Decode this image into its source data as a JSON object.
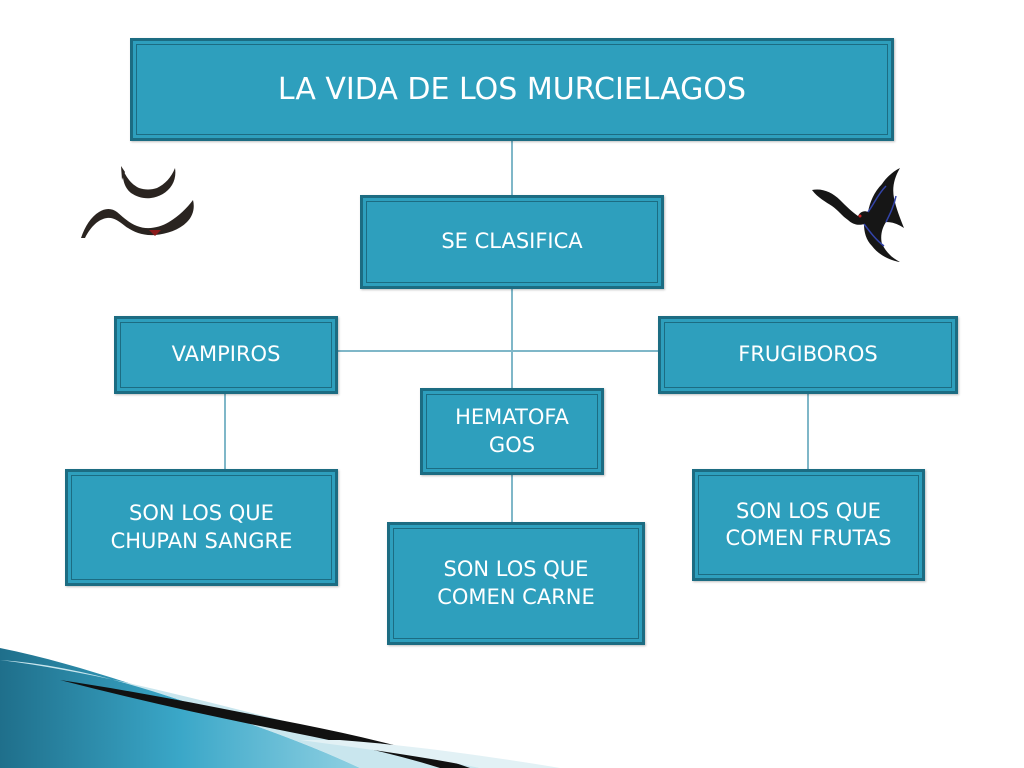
{
  "title": "LA VIDA DE LOS MURCIELAGOS",
  "nodes": {
    "classify": "SE CLASIFICA",
    "vampiros": "VAMPIROS",
    "frugiboros": "FRUGIBOROS",
    "hematofagos_line1": "HEMATOFA",
    "hematofagos_line2": "GOS",
    "vampiros_desc_line1": "SON LOS QUE",
    "vampiros_desc_line2": "CHUPAN SANGRE",
    "hematofagos_desc_line1": "SON LOS QUE",
    "hematofagos_desc_line2": "COMEN CARNE",
    "frugiboros_desc_line1": "SON LOS QUE",
    "frugiboros_desc_line2": "COMEN FRUTAS"
  },
  "colors": {
    "box_fill": "#2e9fbd",
    "box_border": "#1c6c82",
    "connector": "#7fb7c8",
    "text": "#ffffff"
  },
  "icons": [
    "bat-pair-icon",
    "flying-bat-icon"
  ]
}
